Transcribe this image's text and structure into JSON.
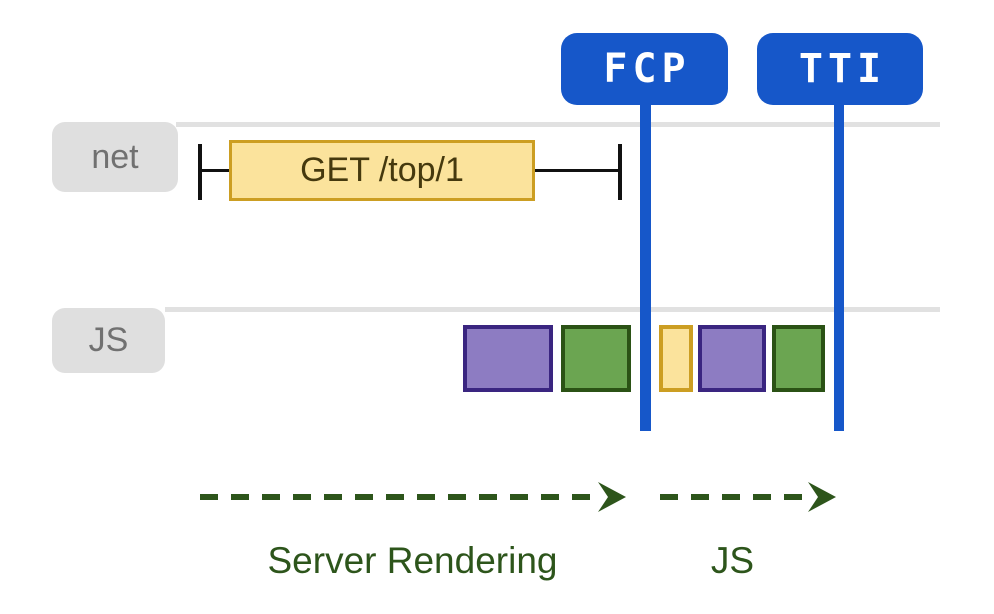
{
  "diagram": {
    "title_markers": [
      {
        "id": "fcp",
        "label": "FCP"
      },
      {
        "id": "tti",
        "label": "TTI"
      }
    ],
    "lanes": [
      {
        "id": "net",
        "label": "net"
      },
      {
        "id": "js",
        "label": "JS"
      }
    ],
    "network_request": {
      "label": "GET /top/1"
    },
    "js_task_blocks": [
      "purple",
      "green",
      "yellow",
      "purple",
      "green"
    ],
    "phase_arrows": [
      {
        "label": "Server Rendering"
      },
      {
        "label": "JS"
      }
    ]
  },
  "colors": {
    "background": "#FFFFFF",
    "marker_blue": "#1657C9",
    "lane_gray": "#E1E1E1",
    "tab_gray": "#DFDFDF",
    "tab_text": "#717171",
    "yellow_fill": "#FBE39C",
    "yellow_border": "#CC9E22",
    "purple_fill": "#8D7CC2",
    "purple_border": "#3A2580",
    "green_fill": "#6BA551",
    "green_border": "#2B5215",
    "arrow_green": "#2D551B",
    "request_text": "#45390E"
  }
}
